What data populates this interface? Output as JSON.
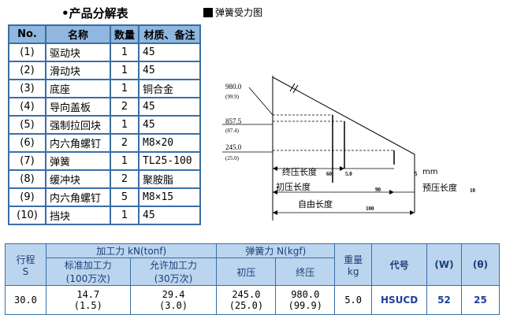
{
  "parts_title": "•产品分解表",
  "spring_title": "弹簧受力图",
  "parts_table": {
    "headers": [
      "No.",
      "名称",
      "数量",
      "材质、备注"
    ],
    "rows": [
      {
        "no": "(1)",
        "name": "驱动块",
        "qty": "1",
        "material": "45"
      },
      {
        "no": "(2)",
        "name": "滑动块",
        "qty": "1",
        "material": "45"
      },
      {
        "no": "(3)",
        "name": "底座",
        "qty": "1",
        "material": "铜合金"
      },
      {
        "no": "(4)",
        "name": "导向盖板",
        "qty": "2",
        "material": "45"
      },
      {
        "no": "(5)",
        "name": "强制拉回块",
        "qty": "1",
        "material": "45"
      },
      {
        "no": "(6)",
        "name": "内六角螺钉",
        "qty": "2",
        "material": "M8×20"
      },
      {
        "no": "(7)",
        "name": "弹簧",
        "qty": "1",
        "material": "TL25-100"
      },
      {
        "no": "(8)",
        "name": "缓冲块",
        "qty": "2",
        "material": "聚胺脂"
      },
      {
        "no": "(9)",
        "name": "内六角螺钉",
        "qty": "5",
        "material": "M8×15"
      },
      {
        "no": "(10)",
        "name": "挡块",
        "qty": "1",
        "material": "45"
      }
    ]
  },
  "spring_diagram": {
    "y_labels": [
      {
        "value": "980.0",
        "sub": "(99.9)"
      },
      {
        "value": "857.5",
        "sub": "(87.4)"
      },
      {
        "value": "245.0",
        "sub": "(25.0)"
      }
    ],
    "dims": {
      "d60": "60",
      "d5a": "5.0",
      "d5b": "5",
      "d90": "90",
      "d10": "10",
      "d100": "100",
      "unit": "mm"
    },
    "labels": {
      "final": "终压长度",
      "initial": "初压长度",
      "pre": "预压长度",
      "free": "自由长度"
    }
  },
  "spec_table": {
    "h_stroke": "行程",
    "h_stroke_unit": "S",
    "h_force": "加工力 kN(tonf)",
    "h_standard": "标准加工力",
    "h_standard_sub": "(100万次)",
    "h_allow": "允许加工力",
    "h_allow_sub": "(30万次)",
    "h_spring": "弹簧力 N(kgf)",
    "h_initial": "初压",
    "h_final": "终压",
    "h_weight": "重量",
    "h_weight_unit": "kg",
    "h_code": "代号",
    "h_w": "(W)",
    "h_theta": "(θ)",
    "row": {
      "stroke": "30.0",
      "standard": "14.7",
      "standard_sub": "(1.5)",
      "allow": "29.4",
      "allow_sub": "(3.0)",
      "initial": "245.0",
      "initial_sub": "(25.0)",
      "final": "980.0",
      "final_sub": "(99.9)",
      "weight": "5.0",
      "code": "HSUCD",
      "w": "52",
      "theta": "25"
    }
  }
}
